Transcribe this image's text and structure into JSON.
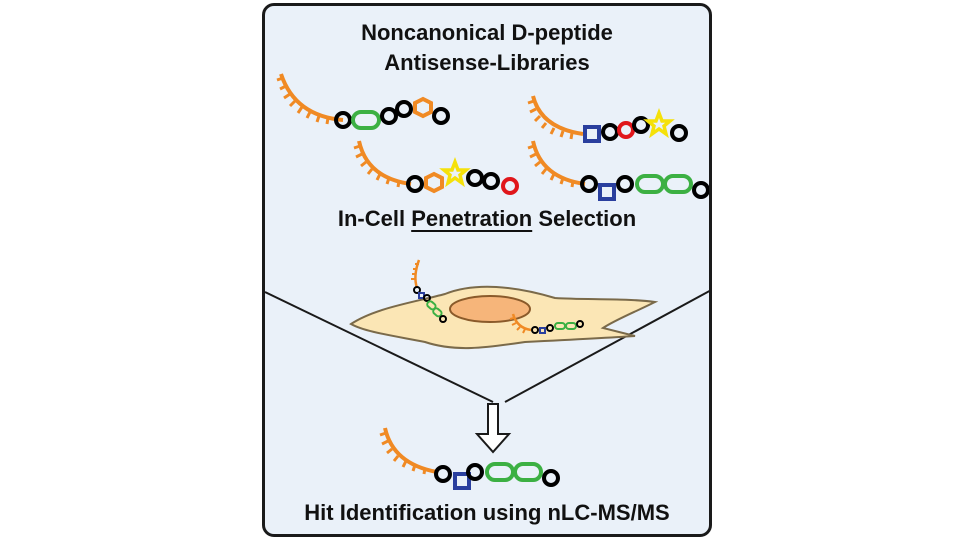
{
  "title": {
    "line1": "Noncanonical D-peptide",
    "line2": "Antisense-Libraries"
  },
  "selection": {
    "prefix": "In-Cell ",
    "emphasis": "Penetration",
    "suffix": " Selection"
  },
  "footer": "Hit Identification using nLC-MS/MS",
  "colors": {
    "panel_bg": "#eaf1f9",
    "antisense_strand": "#f08a24",
    "d_amino_acid": "#000000",
    "green_linker": "#3cb043",
    "orange_hexagon": "#f08a24",
    "red_residue": "#e0161b",
    "yellow_star": "#f5e10a",
    "blue_square": "#2a3f9e",
    "cell_body": "#fbe6b5",
    "nucleus": "#f6b57a"
  },
  "icons": [
    "funnel-lines",
    "down-arrow",
    "cell-shape",
    "nucleus-ellipse"
  ]
}
